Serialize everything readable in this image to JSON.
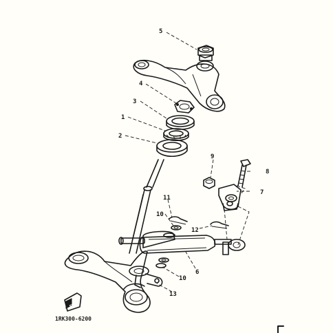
{
  "diagram_code": "1RK300-6200",
  "fwd_label": "FWD",
  "colors": {
    "ink": "#1a1a1a",
    "paper": "#fffef9"
  },
  "callouts": [
    {
      "id": "1",
      "label": "1"
    },
    {
      "id": "2",
      "label": "2"
    },
    {
      "id": "3",
      "label": "3"
    },
    {
      "id": "4",
      "label": "4"
    },
    {
      "id": "5",
      "label": "5"
    },
    {
      "id": "6",
      "label": "6"
    },
    {
      "id": "7",
      "label": "7"
    },
    {
      "id": "8",
      "label": "8"
    },
    {
      "id": "9",
      "label": "9"
    },
    {
      "id": "10a",
      "label": "10"
    },
    {
      "id": "10b",
      "label": "10"
    },
    {
      "id": "11",
      "label": "11"
    },
    {
      "id": "12",
      "label": "12"
    },
    {
      "id": "13",
      "label": "13"
    }
  ]
}
